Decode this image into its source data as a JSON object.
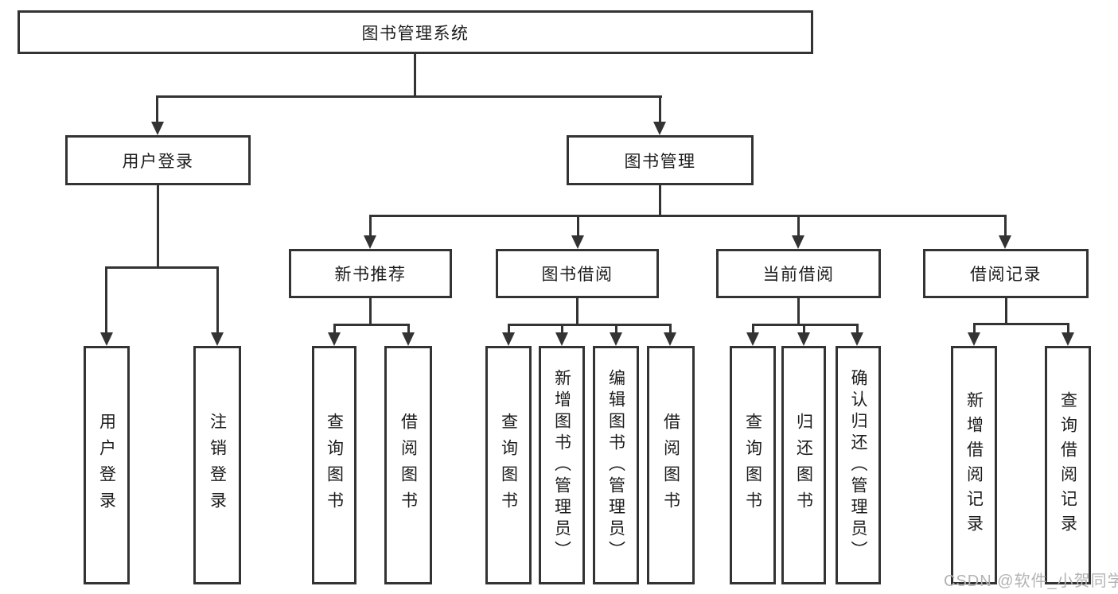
{
  "colors": {
    "line": "#333333",
    "text": "#1c1c1c",
    "watermark": "#b3b3b3"
  },
  "diagram": {
    "root": {
      "label": "图书管理系统"
    },
    "level2": [
      {
        "label": "用户登录"
      },
      {
        "label": "图书管理"
      }
    ],
    "level3": [
      {
        "label": "新书推荐"
      },
      {
        "label": "图书借阅"
      },
      {
        "label": "当前借阅"
      },
      {
        "label": "借阅记录"
      }
    ],
    "leaves": {
      "user_login": [
        "用户登录",
        "注销登录"
      ],
      "new_book_recommend": [
        "查询图书",
        "借阅图书"
      ],
      "book_borrow": [
        "查询图书",
        "新增图书（管理员）",
        "编辑图书（管理员）",
        "借阅图书"
      ],
      "current_borrow": [
        "查询图书",
        "归还图书",
        "确认归还（管理员）"
      ],
      "borrow_records": [
        "新增借阅记录",
        "查询借阅记录"
      ]
    }
  },
  "watermark": {
    "text": "CSDN @软件_小贺同学"
  }
}
